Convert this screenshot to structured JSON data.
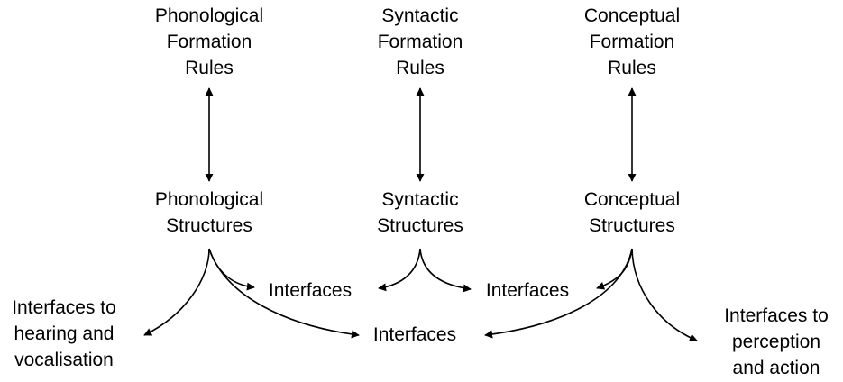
{
  "colors": {
    "stroke": "#000000",
    "text": "#000000",
    "background": "#ffffff"
  },
  "nodes": {
    "phon_rules": {
      "lines": [
        "Phonological",
        "Formation",
        "Rules"
      ]
    },
    "synt_rules": {
      "lines": [
        "Syntactic",
        "Formation",
        "Rules"
      ]
    },
    "conc_rules": {
      "lines": [
        "Conceptual",
        "Formation",
        "Rules"
      ]
    },
    "phon_struct": {
      "lines": [
        "Phonological",
        "Structures"
      ]
    },
    "synt_struct": {
      "lines": [
        "Syntactic",
        "Structures"
      ]
    },
    "conc_struct": {
      "lines": [
        "Conceptual",
        "Structures"
      ]
    },
    "iface_ps": {
      "lines": [
        "Interfaces"
      ]
    },
    "iface_sc": {
      "lines": [
        "Interfaces"
      ]
    },
    "iface_pc": {
      "lines": [
        "Interfaces"
      ]
    },
    "iface_hearing": {
      "lines": [
        "Interfaces to",
        "hearing and",
        "vocalisation"
      ]
    },
    "iface_perception": {
      "lines": [
        "Interfaces to",
        "perception",
        "and action"
      ]
    }
  },
  "edges": [
    {
      "from": "phon_rules",
      "to": "phon_struct",
      "arrows": "both"
    },
    {
      "from": "synt_rules",
      "to": "synt_struct",
      "arrows": "both"
    },
    {
      "from": "conc_rules",
      "to": "conc_struct",
      "arrows": "both"
    },
    {
      "from": "phon_struct",
      "to": "iface_hearing",
      "arrows": "end"
    },
    {
      "from": "phon_struct",
      "to": "iface_ps",
      "arrows": "end"
    },
    {
      "from": "phon_struct",
      "to": "iface_pc",
      "arrows": "end"
    },
    {
      "from": "synt_struct",
      "to": "iface_ps",
      "arrows": "end"
    },
    {
      "from": "synt_struct",
      "to": "iface_sc",
      "arrows": "end"
    },
    {
      "from": "conc_struct",
      "to": "iface_sc",
      "arrows": "end"
    },
    {
      "from": "conc_struct",
      "to": "iface_pc",
      "arrows": "end"
    },
    {
      "from": "conc_struct",
      "to": "iface_perception",
      "arrows": "end"
    }
  ]
}
